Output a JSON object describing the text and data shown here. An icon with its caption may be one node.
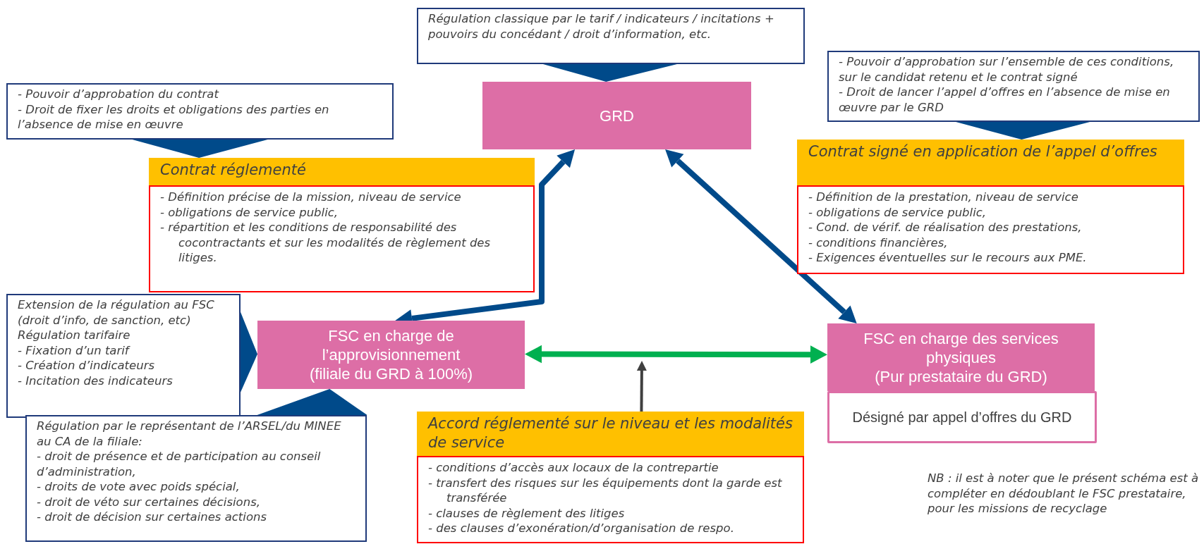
{
  "diagram": {
    "nodes": [
      {
        "text": [
          "Régulation classique par le tarif / indicateurs / incitations + pouvoirs du concédant / droit d’information, etc."
        ]
      },
      {
        "text": [
          "- Pouvoir d’approbation sur l’ensemble de ces conditions, sur le candidat retenu et le contrat signé",
          "- Droit de lancer l’appel d’offres en l’absence de mise en œuvre par le GRD"
        ]
      },
      {
        "text": [
          "- Pouvoir d’approbation du contrat",
          "- Droit de fixer les droits et obligations des parties en l’absence de mise en œuvre"
        ]
      },
      {
        "text": [
          "GRD"
        ]
      },
      {
        "text": [
          "Contrat réglementé",
          "- Définition précise de la mission, niveau de service",
          "- obligations de service public,",
          "- répartition et les conditions de responsabilité des cocontractants et sur les modalités de règlement des litiges."
        ]
      },
      {
        "text": [
          "Contrat signé en application de l’appel d’offres",
          "- Définition de la prestation, niveau de service",
          "- obligations de service public,",
          "- Cond. de vérif. de réalisation des prestations,",
          "- conditions financières,",
          "- Exigences éventuelles sur le recours aux PME."
        ]
      },
      {
        "text": [
          "Extension de la régulation au FSC (droit d’info, de sanction, etc)",
          "Régulation tarifaire",
          "- Fixation d’un tarif",
          "- Création d’indicateurs",
          "- Incitation des indicateurs"
        ]
      },
      {
        "text": [
          "FSC en charge de l’approvisionnement",
          "(filiale du GRD à 100%)"
        ]
      },
      {
        "text": [
          "FSC en charge des services physiques",
          "(Pur prestataire du GRD)"
        ]
      },
      {
        "text": [
          "Désigné par appel d’offres du GRD"
        ]
      },
      {
        "text": [
          "Régulation par le représentant de l’ARSEL/du MINEE au CA de la filiale:",
          "- droit de présence et de participation au conseil d’administration,",
          "- droits de vote avec poids spécial,",
          "- droit de véto sur certaines décisions,",
          "- droit de décision sur certaines actions"
        ]
      },
      {
        "text": [
          "Accord réglementé sur le niveau et les modalités de service",
          "- conditions d’accès aux locaux de la contrepartie",
          "- transfert des risques sur les équipements dont la garde est transférée",
          "- clauses de règlement des litiges",
          "- des clauses d’exonération/d’organisation de respo."
        ]
      }
    ],
    "edges": [
      {
        "from": 0,
        "to": 3,
        "arrow": "none"
      },
      {
        "from": 2,
        "to": 4,
        "arrow": "none"
      },
      {
        "from": 1,
        "to": 5,
        "arrow": "none"
      },
      {
        "from": 6,
        "to": 7,
        "arrow": "none"
      },
      {
        "from": 10,
        "to": 7,
        "arrow": "none"
      },
      {
        "from": 7,
        "to": 3,
        "arrow": "both"
      },
      {
        "from": 8,
        "to": 3,
        "arrow": "both"
      },
      {
        "from": 7,
        "to": 8,
        "arrow": "both",
        "color": "#00b050"
      },
      {
        "from": 11,
        "to": null,
        "arrow": "to",
        "color": "#404040"
      }
    ],
    "labels": [
      "NB : il est à noter que le présent schéma est à compléter en dédoublant le FSC prestataire, pour les missions de recyclage"
    ]
  }
}
